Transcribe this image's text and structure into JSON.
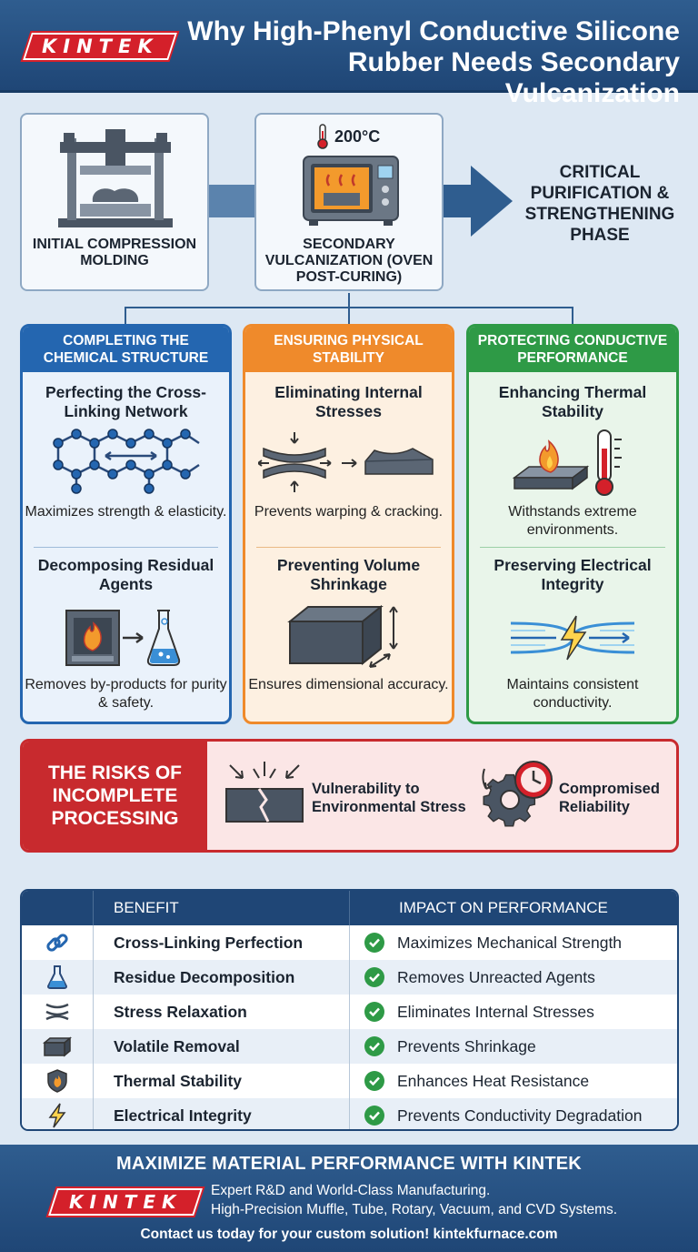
{
  "header": {
    "logo_text": "KINTEK",
    "title": "Why High-Phenyl Conductive Silicone Rubber Needs Secondary Vulcanization"
  },
  "flow": {
    "step1_label": "INITIAL COMPRESSION MOLDING",
    "step2_temp": "200°C",
    "step2_label": "SECONDARY VULCANIZATION (OVEN POST-CURING)",
    "result": "CRITICAL PURIFICATION & STRENGTHENING PHASE"
  },
  "columns": [
    {
      "header": "COMPLETING THE CHEMICAL STRUCTURE",
      "color": "#2466b0",
      "sub1_title": "Perfecting the Cross-Linking Network",
      "sub1_desc": "Maximizes strength & elasticity.",
      "sub2_title": "Decomposing Residual Agents",
      "sub2_desc": "Removes by-products for purity & safety."
    },
    {
      "header": "ENSURING PHYSICAL STABILITY",
      "color": "#ef8a2b",
      "sub1_title": "Eliminating Internal Stresses",
      "sub1_desc": "Prevents warping & cracking.",
      "sub2_title": "Preventing Volume Shrinkage",
      "sub2_desc": "Ensures dimensional accuracy."
    },
    {
      "header": "PROTECTING CONDUCTIVE PERFORMANCE",
      "color": "#2e9a46",
      "sub1_title": "Enhancing Thermal Stability",
      "sub1_desc": "Withstands extreme environments.",
      "sub2_title": "Preserving Electrical Integrity",
      "sub2_desc": "Maintains consistent conductivity."
    }
  ],
  "risks": {
    "header": "THE RISKS OF INCOMPLETE PROCESSING",
    "item1": "Vulnerability to Environmental Stress",
    "item2": "Compromised Reliability"
  },
  "table": {
    "col_benefit": "BENEFIT",
    "col_impact": "IMPACT ON PERFORMANCE",
    "rows": [
      {
        "icon": "chain-link-icon",
        "benefit": "Cross-Linking Perfection",
        "impact": "Maximizes Mechanical Strength"
      },
      {
        "icon": "flask-icon",
        "benefit": "Residue Decomposition",
        "impact": "Removes Unreacted Agents"
      },
      {
        "icon": "stress-waves-icon",
        "benefit": "Stress Relaxation",
        "impact": "Eliminates Internal Stresses"
      },
      {
        "icon": "cube-icon",
        "benefit": "Volatile Removal",
        "impact": "Prevents Shrinkage"
      },
      {
        "icon": "flame-shield-icon",
        "benefit": "Thermal Stability",
        "impact": "Enhances Heat Resistance"
      },
      {
        "icon": "lightning-icon",
        "benefit": "Electrical Integrity",
        "impact": "Prevents Conductivity Degradation"
      }
    ]
  },
  "footer": {
    "heading": "MAXIMIZE MATERIAL PERFORMANCE WITH KINTEK",
    "logo_text": "KINTEK",
    "line1": "Expert R&D and World-Class Manufacturing.",
    "line2": "High-Precision Muffle, Tube, Rotary, Vacuum, and CVD Systems.",
    "contact": "Contact us today for your custom solution! kintekfurnace.com"
  }
}
